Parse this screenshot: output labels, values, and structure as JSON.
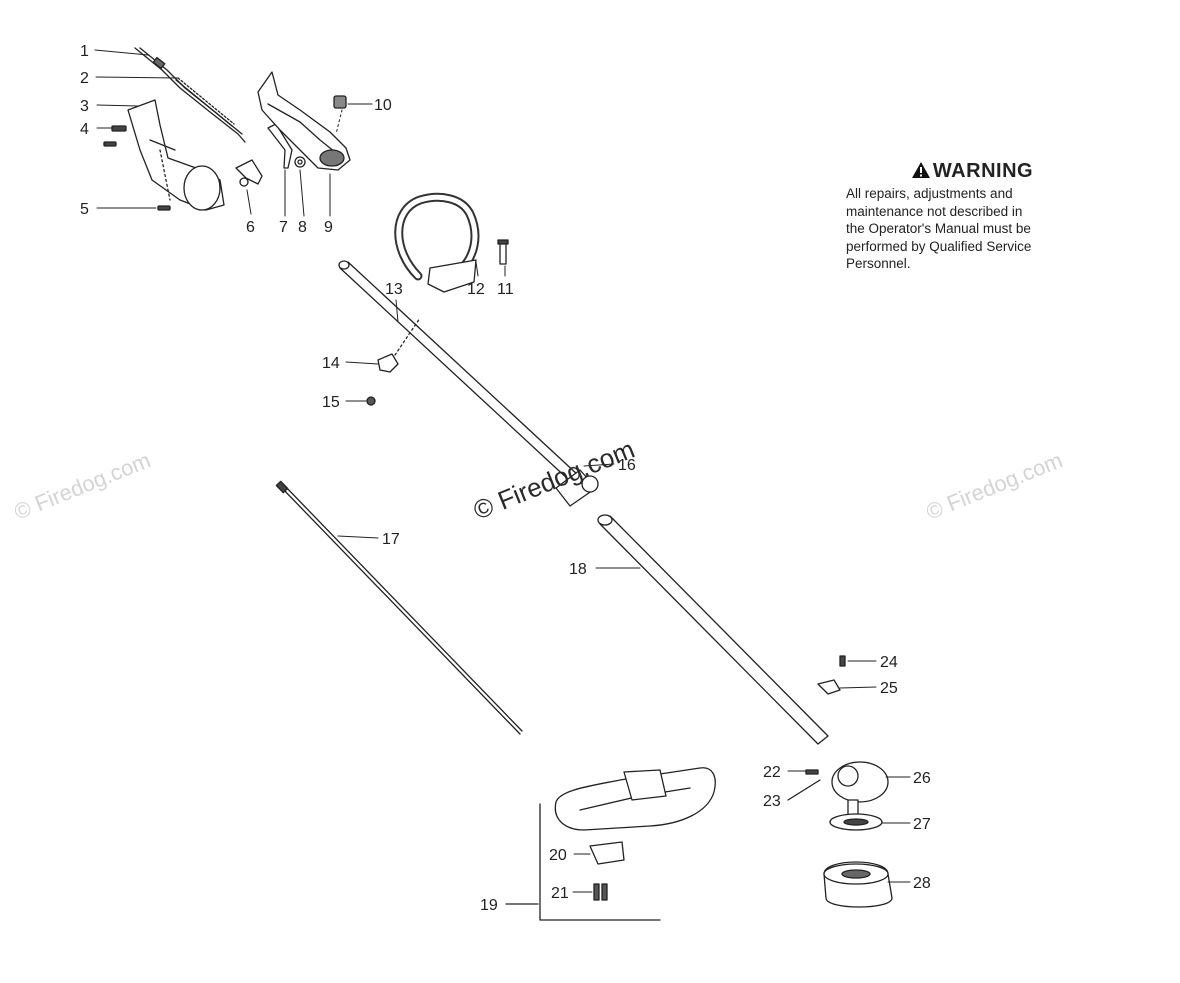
{
  "watermark": {
    "main": "© Firedog.com",
    "faint": "© Firedog.com"
  },
  "warning": {
    "title": "WARNING",
    "text": "All repairs, adjustments and\nmaintenance not described in\nthe Operator's Manual must be\nperformed by Qualified Service\nPersonnel."
  },
  "callouts": [
    "1",
    "2",
    "3",
    "4",
    "5",
    "6",
    "7",
    "8",
    "9",
    "10",
    "11",
    "12",
    "13",
    "14",
    "15",
    "16",
    "17",
    "18",
    "19",
    "20",
    "21",
    "22",
    "23",
    "24",
    "25",
    "26",
    "27",
    "28"
  ]
}
